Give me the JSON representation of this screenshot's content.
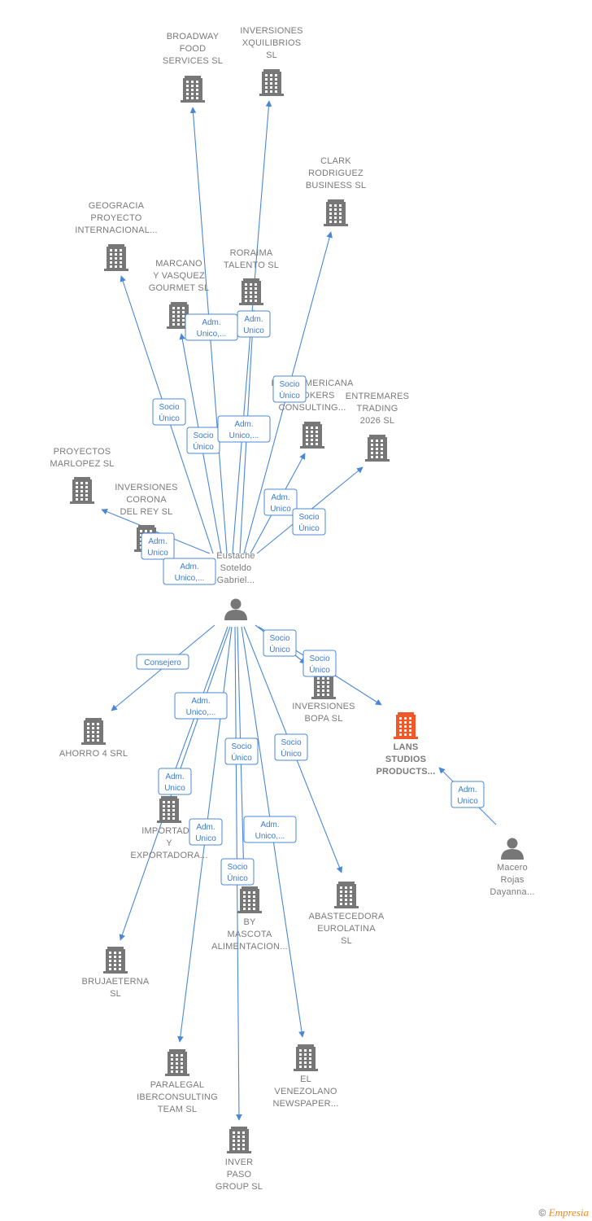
{
  "colors": {
    "edge": "#4a88d6",
    "company": "#777777",
    "highlight": "#f0582b",
    "person": "#777777"
  },
  "nodes": [
    {
      "id": "broadway",
      "type": "company",
      "lines": [
        "BROADWAY",
        "FOOD",
        "SERVICES  SL"
      ]
    },
    {
      "id": "xquilibrios",
      "type": "company",
      "lines": [
        "INVERSIONES",
        "XQUILIBRIOS",
        "SL"
      ]
    },
    {
      "id": "clark",
      "type": "company",
      "lines": [
        "CLARK",
        "RODRIGUEZ",
        "BUSINESS  SL"
      ]
    },
    {
      "id": "geogracia",
      "type": "company",
      "lines": [
        "GEOGRACIA",
        "PROYECTO",
        "INTERNACIONAL..."
      ]
    },
    {
      "id": "marcano",
      "type": "company",
      "lines": [
        "MARCANO",
        "Y VASQUEZ",
        "GOURMET  SL"
      ]
    },
    {
      "id": "roraima",
      "type": "company",
      "lines": [
        "RORAIMA",
        "TALENTO  SL"
      ]
    },
    {
      "id": "americana",
      "type": "company",
      "lines": [
        "INTERAMERICANA",
        "BROKERS",
        "CONSULTING..."
      ]
    },
    {
      "id": "entremares",
      "type": "company",
      "lines": [
        "ENTREMARES",
        "TRADING",
        "2026  SL"
      ]
    },
    {
      "id": "marlopez",
      "type": "company",
      "lines": [
        "PROYECTOS",
        "MARLOPEZ  SL"
      ]
    },
    {
      "id": "corona",
      "type": "company",
      "lines": [
        "INVERSIONES",
        "CORONA",
        "DEL REY  SL"
      ]
    },
    {
      "id": "eustache",
      "type": "person",
      "lines": [
        "Eustache",
        "Soteldo",
        "Gabriel..."
      ]
    },
    {
      "id": "ahorro",
      "type": "company",
      "lines": [
        "AHORRO 4 SRL"
      ]
    },
    {
      "id": "bopa",
      "type": "company",
      "lines": [
        "INVERSIONES",
        "BOPA  SL"
      ]
    },
    {
      "id": "lans",
      "type": "company",
      "highlight": true,
      "lines": [
        "LANS",
        "STUDIOS",
        "PRODUCTS..."
      ]
    },
    {
      "id": "macero",
      "type": "person",
      "lines": [
        "Macero",
        "Rojas",
        "Dayanna..."
      ]
    },
    {
      "id": "importado",
      "type": "company",
      "lines": [
        "IMPORTADO",
        "Y",
        "EXPORTADORA..."
      ]
    },
    {
      "id": "bymascota",
      "type": "company",
      "lines": [
        "BY",
        "MASCOTA",
        "ALIMENTACION..."
      ]
    },
    {
      "id": "abastecedora",
      "type": "company",
      "lines": [
        "ABASTECEDORA",
        "EUROLATINA",
        "SL"
      ]
    },
    {
      "id": "brujaeterna",
      "type": "company",
      "lines": [
        "BRUJAETERNA",
        "SL"
      ]
    },
    {
      "id": "paralegal",
      "type": "company",
      "lines": [
        "PARALEGAL",
        "IBERCONSULTING",
        "TEAM  SL"
      ]
    },
    {
      "id": "venezolano",
      "type": "company",
      "lines": [
        "EL",
        "VENEZOLANO",
        "NEWSPAPER..."
      ]
    },
    {
      "id": "inverpaso",
      "type": "company",
      "lines": [
        "INVER",
        "PASO",
        "GROUP  SL"
      ]
    }
  ],
  "edges": [
    {
      "from": "eustache",
      "to": "broadway",
      "label": [
        "Adm.",
        "Unico,..."
      ]
    },
    {
      "from": "eustache",
      "to": "xquilibrios",
      "label": [
        "Adm.",
        "Unico"
      ]
    },
    {
      "from": "eustache",
      "to": "clark",
      "label": [
        "Socio",
        "Único"
      ]
    },
    {
      "from": "eustache",
      "to": "geogracia",
      "label": [
        "Socio",
        "Único"
      ]
    },
    {
      "from": "eustache",
      "to": "marcano",
      "label": [
        "Socio",
        "Único"
      ]
    },
    {
      "from": "eustache",
      "to": "roraima",
      "label": [
        "Adm.",
        "Unico,..."
      ]
    },
    {
      "from": "eustache",
      "to": "americana",
      "label": [
        "Adm.",
        "Unico"
      ]
    },
    {
      "from": "eustache",
      "to": "entremares",
      "label": [
        "Socio",
        "Único"
      ]
    },
    {
      "from": "eustache",
      "to": "marlopez",
      "label": [
        "Adm.",
        "Unico"
      ]
    },
    {
      "from": "eustache",
      "to": "corona",
      "label": [
        "Adm.",
        "Unico,..."
      ]
    },
    {
      "from": "eustache",
      "to": "ahorro",
      "label": [
        "Consejero"
      ]
    },
    {
      "from": "eustache",
      "to": "bopa",
      "label": [
        "Socio",
        "Único"
      ]
    },
    {
      "from": "eustache",
      "to": "lans",
      "label": [
        "Socio",
        "Único"
      ]
    },
    {
      "from": "macero",
      "to": "lans",
      "label": [
        "Adm.",
        "Unico"
      ]
    },
    {
      "from": "eustache",
      "to": "importado",
      "label": [
        "Adm.",
        "Unico,..."
      ]
    },
    {
      "from": "eustache",
      "to": "brujaeterna",
      "label": [
        "Adm.",
        "Unico"
      ]
    },
    {
      "from": "eustache",
      "to": "paralegal",
      "label": [
        "Adm.",
        "Unico"
      ]
    },
    {
      "from": "eustache",
      "to": "bymascota",
      "label": [
        "Socio",
        "Único"
      ]
    },
    {
      "from": "eustache",
      "to": "inverpaso",
      "label": [
        "Socio",
        "Único"
      ]
    },
    {
      "from": "eustache",
      "to": "venezolano",
      "label": [
        "Adm.",
        "Unico,..."
      ]
    },
    {
      "from": "eustache",
      "to": "abastecedora",
      "label": [
        "Socio",
        "Único"
      ]
    }
  ],
  "footer": {
    "copyright": "©",
    "brand": "Empresia"
  }
}
